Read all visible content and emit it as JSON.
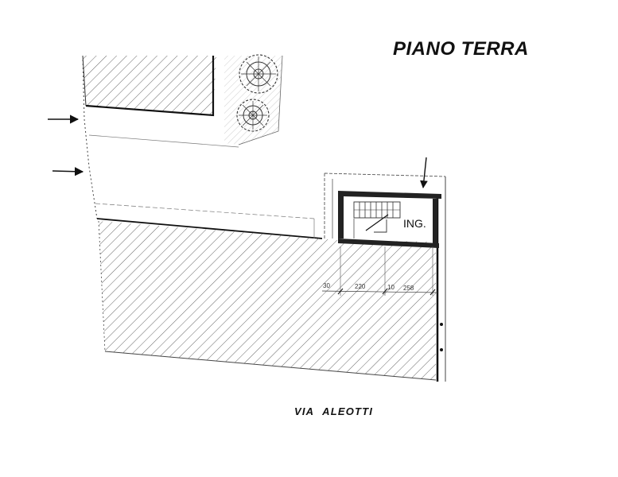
{
  "plan": {
    "title": "PIANO TERRA",
    "street": "VIA ALEOTTI",
    "room_label": "ING.",
    "dimensions": [
      "30",
      "220",
      "10",
      "258"
    ],
    "colors": {
      "ink": "#111111",
      "hatch": "#555555",
      "paper": "#ffffff",
      "tree": "#333333"
    },
    "icons": [
      "entrance-arrow-icon",
      "tree-icon",
      "stairs-icon"
    ]
  }
}
